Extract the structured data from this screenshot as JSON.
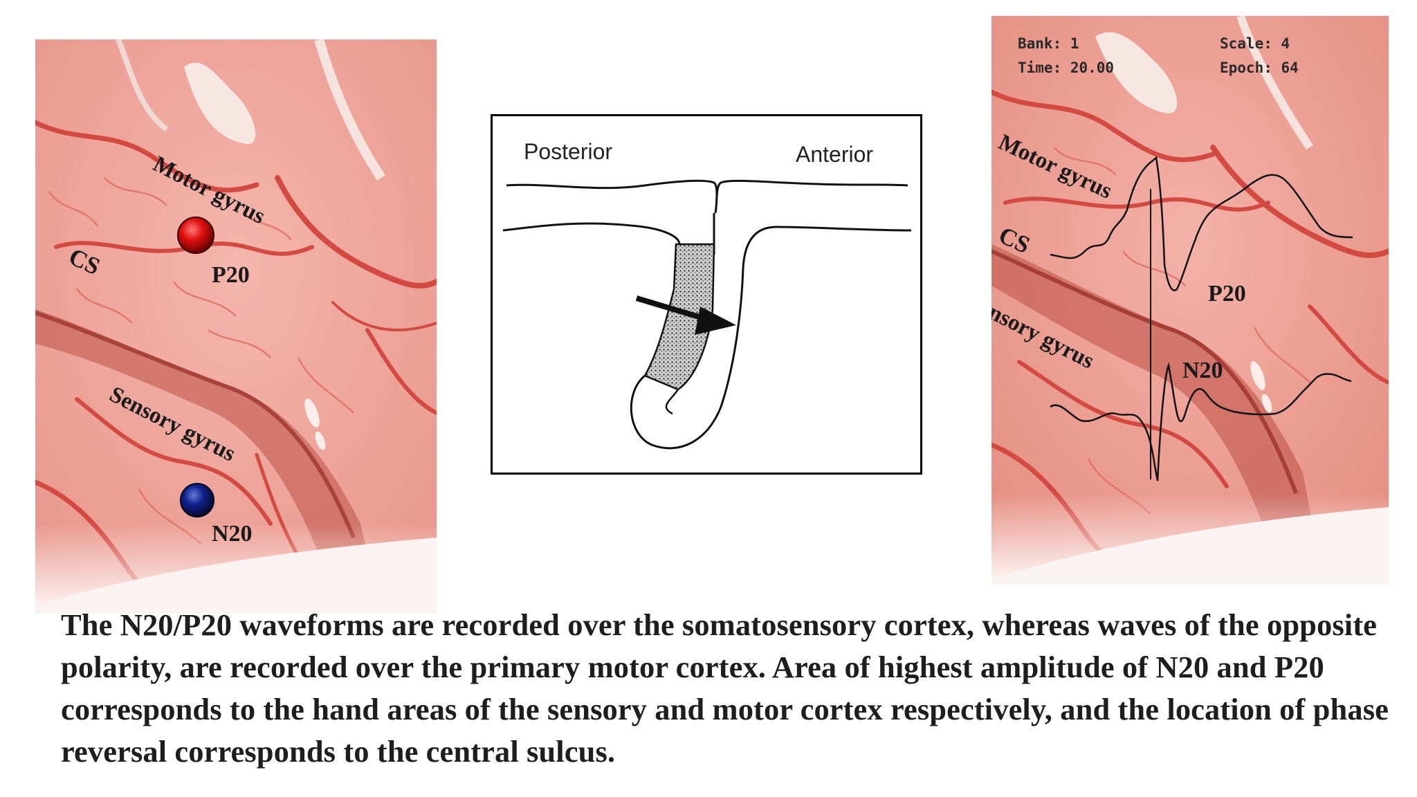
{
  "left_photo": {
    "motor_label": "Motor gyrus",
    "cs_label": "CS",
    "p20_label": "P20",
    "sensory_label": "Sensory gyrus",
    "n20_label": "N20",
    "p20_dot_color": "#e01010",
    "n20_dot_color": "#10208a"
  },
  "diagram": {
    "posterior_label": "Posterior",
    "anterior_label": "Anterior"
  },
  "right_photo": {
    "bank_label": "Bank: 1",
    "time_label": "Time: 20.00",
    "scale_label": "Scale: 4",
    "epoch_label": "Epoch: 64",
    "motor_label": "Motor gyrus",
    "cs_label": "CS",
    "p20_label": "P20",
    "sensory_label": "Sensory gyrus",
    "n20_label": "N20"
  },
  "caption": {
    "text": "The N20/P20 waveforms are recorded over the somatosensory cortex, whereas waves of the opposite polarity, are recorded over the primary motor cortex. Area of highest amplitude of N20 and P20 corresponds to the hand areas of the sensory and motor cortex respectively, and the location of phase reversal corresponds to the central sulcus."
  }
}
